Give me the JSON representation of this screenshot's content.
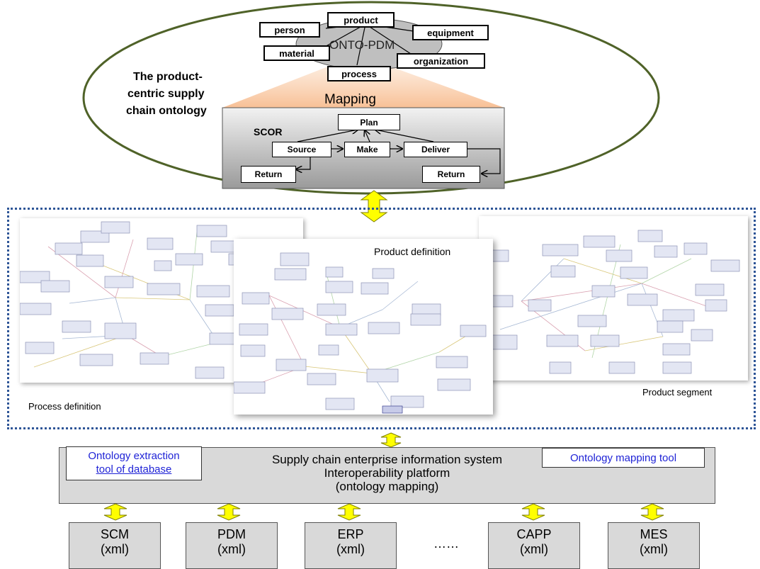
{
  "ontology": {
    "title": "The product-centric supply chain ontology",
    "title_lines": [
      "The product-",
      "centric supply",
      "chain ontology"
    ],
    "center_label": "ONTO-PDM",
    "concepts": [
      "product",
      "person",
      "equipment",
      "material",
      "organization",
      "process"
    ],
    "mapping_label": "Mapping"
  },
  "scor": {
    "label": "SCOR",
    "plan": "Plan",
    "source": "Source",
    "make": "Make",
    "deliver": "Deliver",
    "return_left": "Return",
    "return_right": "Return"
  },
  "views": {
    "process_definition": "Process definition",
    "product_definition": "Product definition",
    "product_segment": "Product segment"
  },
  "platform": {
    "line1": "Supply chain enterprise information system",
    "line2": "Interoperability platform",
    "line3": "(ontology mapping)",
    "tool_left_lines": [
      "Ontology extraction",
      "tool of database"
    ],
    "tool_right": "Ontology mapping tool"
  },
  "systems": [
    {
      "name": "SCM",
      "format": "(xml)"
    },
    {
      "name": "PDM",
      "format": "(xml)"
    },
    {
      "name": "ERP",
      "format": "(xml)"
    },
    {
      "name": "CAPP",
      "format": "(xml)"
    },
    {
      "name": "MES",
      "format": "(xml)"
    }
  ],
  "ellipsis": "……",
  "colors": {
    "ellipse_border": "#4f6228",
    "tool_text": "#1f23d6",
    "arrow_fill": "#ffff00",
    "dotted_border": "#2e5597",
    "scor_gradient_top": "#eeeeee",
    "scor_gradient_bottom": "#9a9a9a",
    "mapping_fan": "#f9c9a2"
  }
}
